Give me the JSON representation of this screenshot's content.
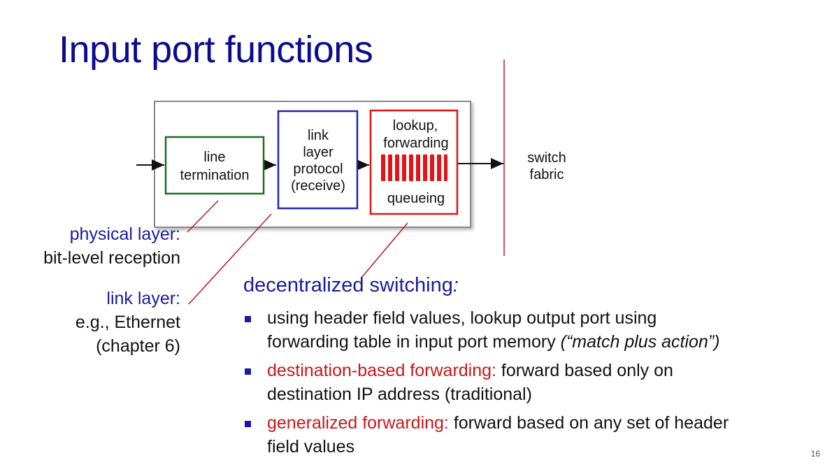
{
  "slide": {
    "title": "Input port functions",
    "page_number": "16"
  },
  "diagram": {
    "line_termination": [
      "line",
      "termination"
    ],
    "link_layer_protocol": [
      "link",
      "layer",
      "protocol",
      "(receive)"
    ],
    "lookup_forwarding": [
      "lookup,",
      "forwarding"
    ],
    "queueing": "queueing",
    "switch_fabric": [
      "switch",
      "fabric"
    ],
    "colors": {
      "line_termination_border": "#1d6e1d",
      "link_layer_border": "#2323b4",
      "lookup_border": "#e01515",
      "queue_bars": "#e01515",
      "connector_lines": "#b51a1a",
      "outer_box_border": "#8a8a8a"
    }
  },
  "labels": {
    "physical_layer_heading": "physical layer:",
    "physical_layer_text": "bit-level reception",
    "link_layer_heading": "link layer:",
    "link_layer_text_1": "e.g., Ethernet",
    "link_layer_text_2": "(chapter 6)"
  },
  "content": {
    "heading": "decentralized switching",
    "heading_colon": ":",
    "bullet1_line1": "using header field values, lookup output port using",
    "bullet1_line2": "forwarding table in input port memory ",
    "bullet1_italic": "(“match plus action”)",
    "bullet2_red": "destination-based forwarding:",
    "bullet2_rest": " forward based only on",
    "bullet2_line2": "destination IP address (traditional)",
    "bullet3_red": "generalized forwarding:",
    "bullet3_rest": " forward based on any set of header",
    "bullet3_line2": "field values"
  }
}
